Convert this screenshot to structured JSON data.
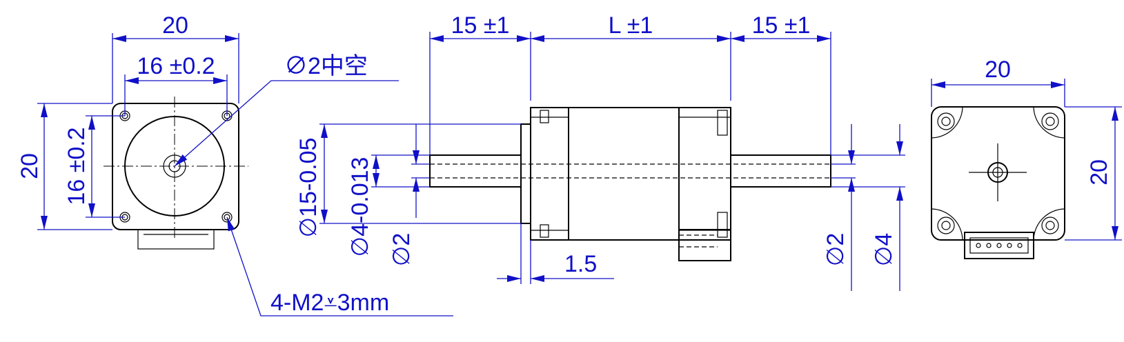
{
  "colors": {
    "dimension": "#1010c8",
    "outline": "#000000",
    "background": "#ffffff"
  },
  "front_view": {
    "width_outer": "20",
    "width_holes": "16 ±0.2",
    "height_outer": "20",
    "height_holes": "16 ±0.2",
    "hollow_note": "∅2中空",
    "tap_note": "4-M2⩡3mm"
  },
  "side_view": {
    "left_shaft": "15 ±1",
    "body_length": "L ±1",
    "right_shaft": "15 ±1",
    "boss_dia": "∅15-0.05",
    "shaft_dia": "∅4-0.013",
    "bore_left": "∅2",
    "boss_thickness": "1.5",
    "bore_right": "∅2",
    "shaft_right": "∅4"
  },
  "rear_view": {
    "width": "20",
    "height": "20"
  }
}
